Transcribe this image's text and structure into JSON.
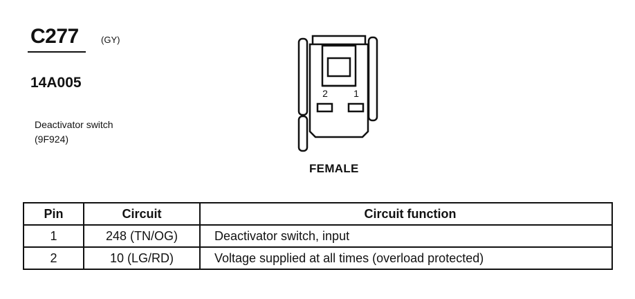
{
  "connector": {
    "id": "C277",
    "color": "(GY)",
    "part_number": "14A005",
    "component_name": "Deactivator switch",
    "component_code": "(9F924)"
  },
  "diagram": {
    "pin_labels": [
      "2",
      "1"
    ],
    "gender": "FEMALE"
  },
  "pin_table": {
    "headers": {
      "pin": "Pin",
      "circuit": "Circuit",
      "function": "Circuit function"
    },
    "rows": [
      {
        "pin": "1",
        "circuit": "248 (TN/OG)",
        "function": "Deactivator switch, input"
      },
      {
        "pin": "2",
        "circuit": "10 (LG/RD)",
        "function": "Voltage supplied at all times (overload protected)"
      }
    ]
  }
}
